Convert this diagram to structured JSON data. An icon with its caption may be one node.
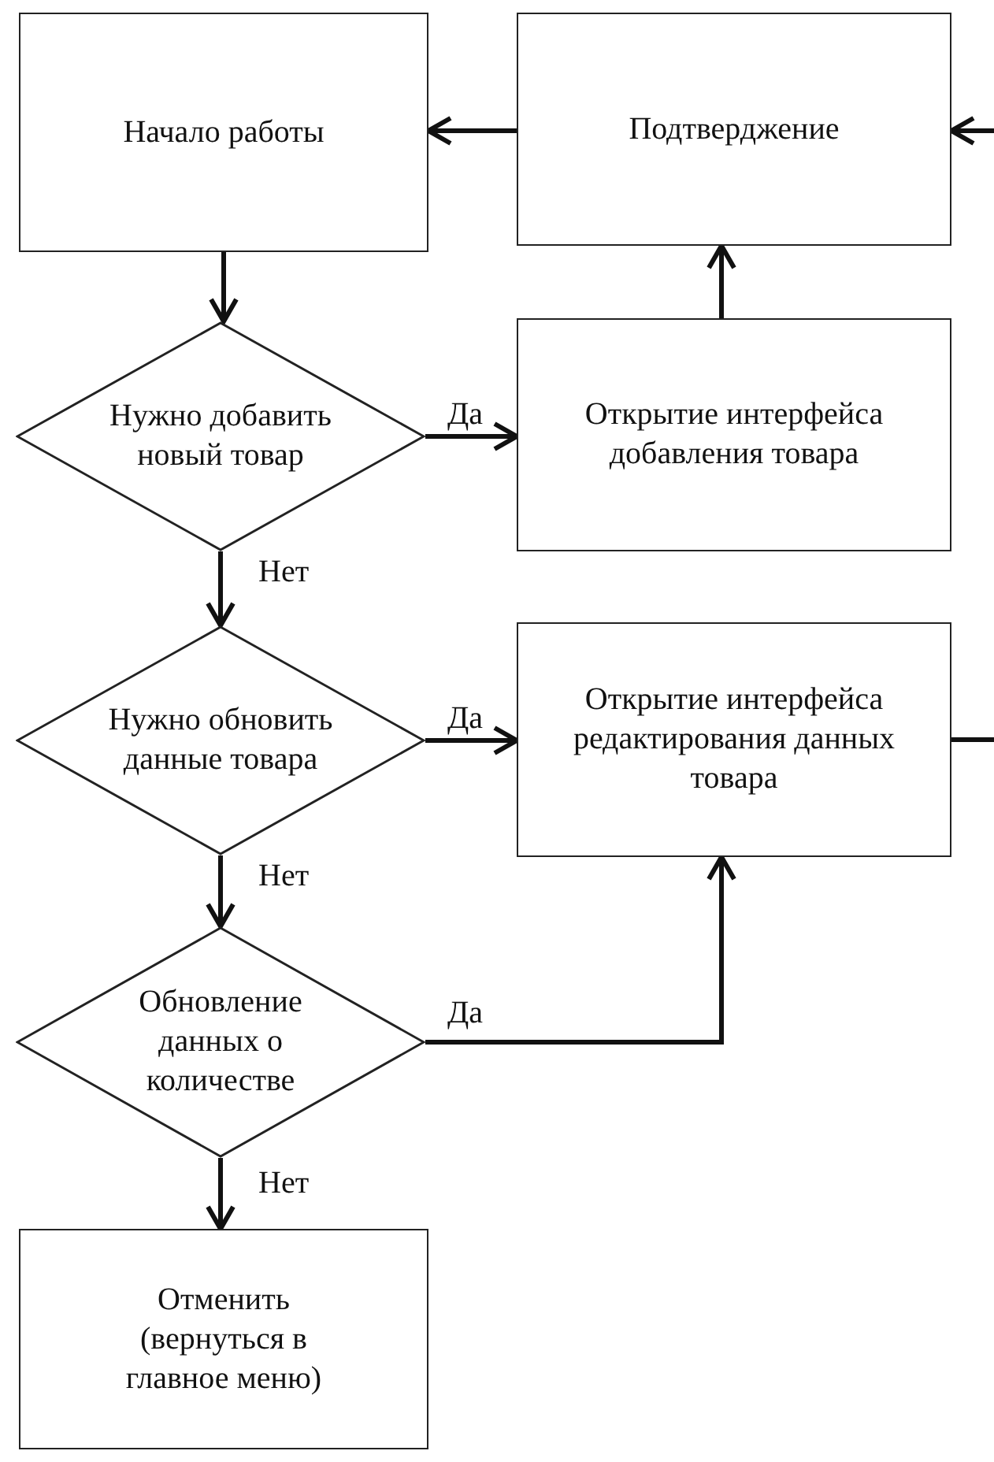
{
  "diagram": {
    "nodes": [
      {
        "text": [
          "Начало работы"
        ]
      },
      {
        "text": [
          "Подтверджение"
        ]
      },
      {
        "text": [
          "Нужно добавить новый товар"
        ]
      },
      {
        "text": [
          "Открытие интерфейса добавления товара"
        ]
      },
      {
        "text": [
          "Нужно обновить данные товара"
        ]
      },
      {
        "text": [
          "Открытие интерфейса редактирования данных товара"
        ]
      },
      {
        "text": [
          "Обновление данных о количестве"
        ]
      },
      {
        "text": [
          "Отменить (вернуться в главное меню)"
        ]
      }
    ],
    "edges": [
      {
        "from": 1,
        "to": 0,
        "arrow": "to"
      },
      {
        "from": null,
        "to": 1,
        "arrow": "to"
      },
      {
        "from": 0,
        "to": 2,
        "arrow": "to"
      },
      {
        "from": 2,
        "to": 3,
        "arrow": "to",
        "label": "Да"
      },
      {
        "from": 3,
        "to": 1,
        "arrow": "to"
      },
      {
        "from": 2,
        "to": 4,
        "arrow": "to",
        "label": "Нет"
      },
      {
        "from": 4,
        "to": 5,
        "arrow": "to",
        "label": "Да"
      },
      {
        "from": 4,
        "to": 6,
        "arrow": "to",
        "label": "Нет"
      },
      {
        "from": 6,
        "to": 5,
        "arrow": "to",
        "label": "Да"
      },
      {
        "from": 5,
        "to": null,
        "arrow": "none"
      },
      {
        "from": 6,
        "to": 7,
        "arrow": "to",
        "label": "Нет"
      }
    ]
  }
}
